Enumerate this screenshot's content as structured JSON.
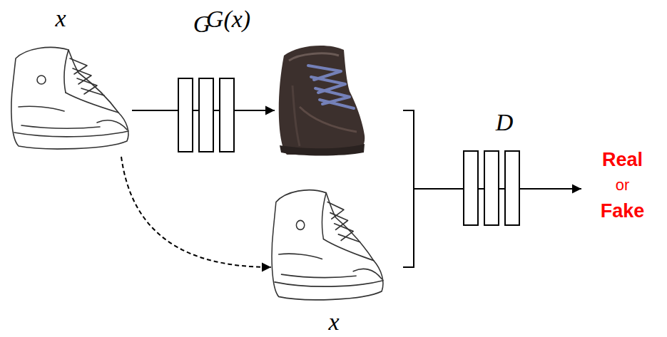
{
  "diagram": {
    "nodes": [
      {
        "text": [
          "x"
        ]
      },
      {
        "text": [
          "G"
        ]
      },
      {
        "text": [
          "G(x)"
        ]
      },
      {
        "text": [
          "x"
        ]
      },
      {
        "text": [
          "D"
        ]
      },
      {
        "text": [
          "Real",
          "or",
          "Fake"
        ]
      }
    ],
    "edges": [
      {
        "from": 0,
        "to": 1,
        "arrow": "none"
      },
      {
        "from": 1,
        "to": 2,
        "arrow": "to"
      },
      {
        "from": 0,
        "to": 3,
        "arrow": "to"
      },
      {
        "from": 2,
        "to": 4,
        "arrow": "none"
      },
      {
        "from": 3,
        "to": 4,
        "arrow": "none"
      },
      {
        "from": 4,
        "to": 5,
        "arrow": "to"
      }
    ]
  }
}
